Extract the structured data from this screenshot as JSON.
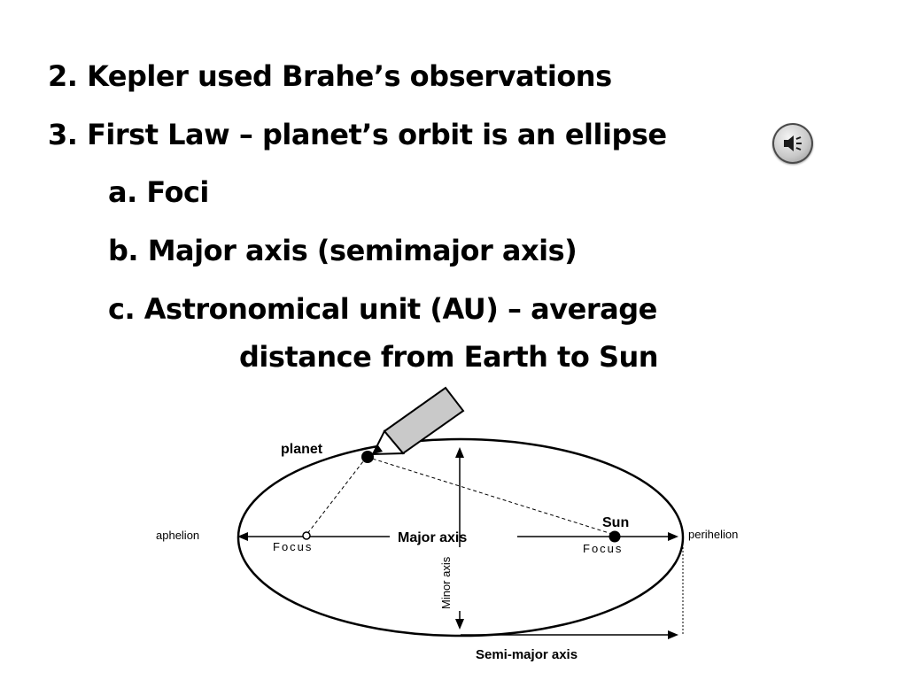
{
  "slide": {
    "lines": [
      "2. Kepler used Brahe’s observations",
      "3. First Law – planet’s orbit is an ellipse",
      "a. Foci",
      "b. Major axis (semimajor axis)",
      "c. Astronomical unit (AU) – average",
      "distance from Earth to Sun"
    ]
  },
  "audio": {
    "icon": "speaker-icon"
  },
  "diagram": {
    "planet": "planet",
    "sun": "Sun",
    "focus_left": "Focus",
    "focus_right": "Focus",
    "aphelion": "aphelion",
    "perihelion": "perihelion",
    "major_axis": "Major axis",
    "minor_axis": "Minor axis",
    "semi_major_axis": "Semi-major axis"
  }
}
